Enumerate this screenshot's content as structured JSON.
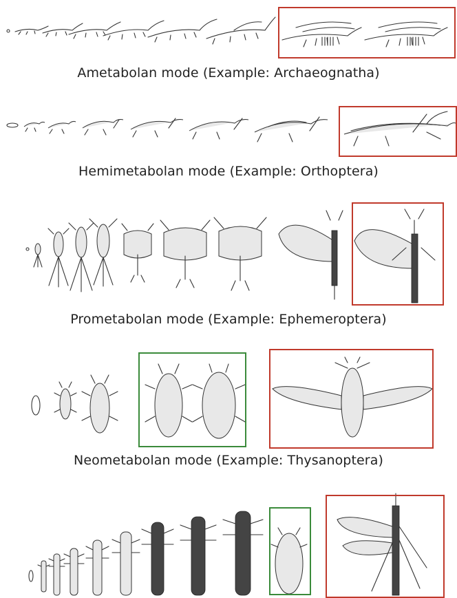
{
  "modes": [
    {
      "id": "ametabolan",
      "caption": "Ametabolan mode (Example: Archaeognatha)"
    },
    {
      "id": "hemimetabolan",
      "caption": "Hemimetabolan mode (Example: Orthoptera)"
    },
    {
      "id": "prometabolan",
      "caption": "Prometabolan mode (Example: Ephemeroptera)"
    },
    {
      "id": "neometabolan",
      "caption": "Neometabolan mode (Example: Thysanoptera)"
    },
    {
      "id": "holometabolan",
      "caption": ""
    }
  ],
  "colors": {
    "adult_frame": "#c0392b",
    "quiescent_frame": "#3a8a3a",
    "ink": "#333333"
  }
}
